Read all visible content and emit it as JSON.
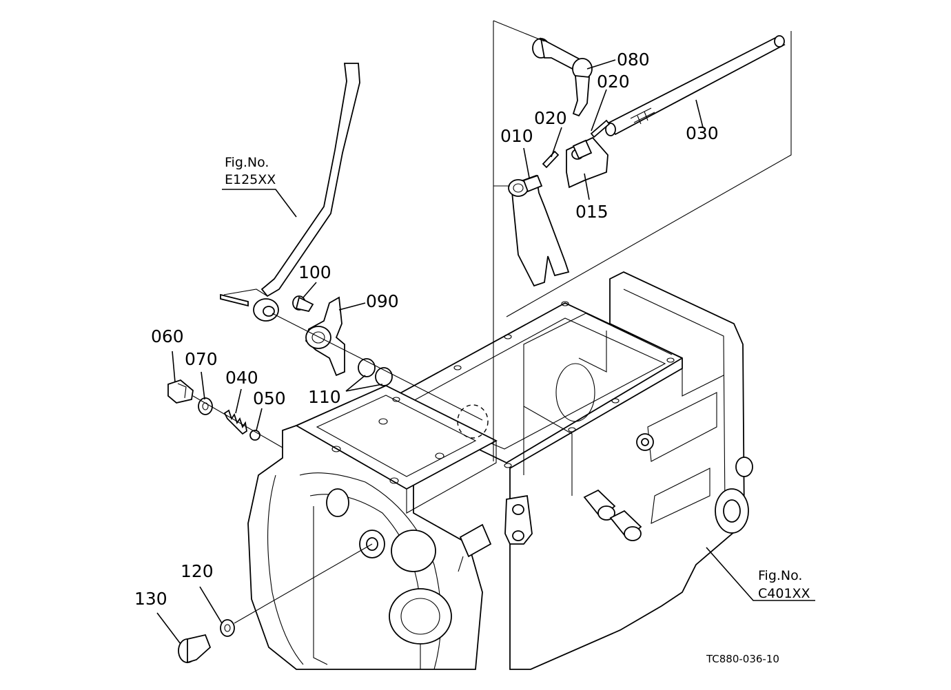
{
  "parts": [
    {
      "id": "080",
      "label": "080"
    },
    {
      "id": "020a",
      "label": "020"
    },
    {
      "id": "020b",
      "label": "020"
    },
    {
      "id": "010",
      "label": "010"
    },
    {
      "id": "030",
      "label": "030"
    },
    {
      "id": "015",
      "label": "015"
    },
    {
      "id": "100",
      "label": "100"
    },
    {
      "id": "090",
      "label": "090"
    },
    {
      "id": "060",
      "label": "060"
    },
    {
      "id": "070",
      "label": "070"
    },
    {
      "id": "040",
      "label": "040"
    },
    {
      "id": "050",
      "label": "050"
    },
    {
      "id": "110",
      "label": "110"
    },
    {
      "id": "120",
      "label": "120"
    },
    {
      "id": "130",
      "label": "130"
    }
  ],
  "references": [
    {
      "line1": "Fig.No.",
      "line2": "E125XX"
    },
    {
      "line1": "Fig.No.",
      "line2": "C401XX"
    }
  ],
  "drawing_code": "TC880-036-10"
}
